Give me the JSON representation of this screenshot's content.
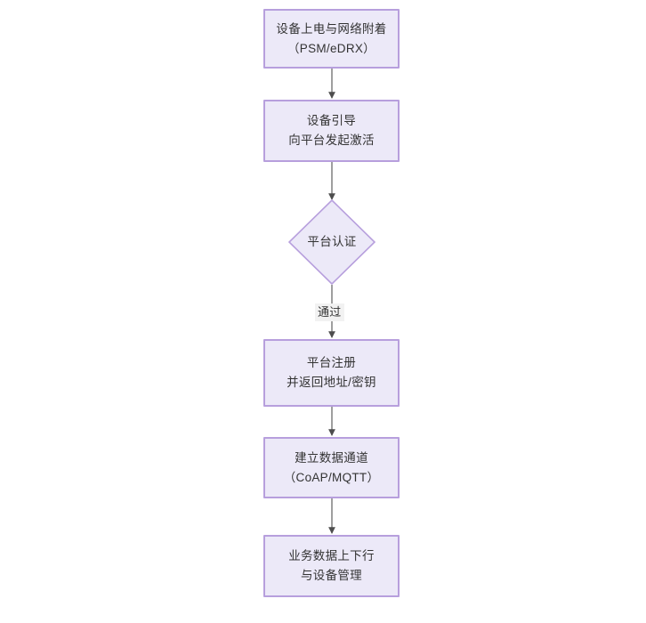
{
  "diagram": {
    "type": "flowchart",
    "orientation": "top-to-bottom",
    "theme": {
      "node_fill": "#ece9f8",
      "node_border": "#b79fdd",
      "node_text": "#333333",
      "edge_line": "#555555",
      "edge_label_bg": "#f2f2f2",
      "background": "#ffffff"
    },
    "nodes": [
      {
        "id": "n1",
        "shape": "rectangle",
        "line1": "设备上电与网络附着",
        "line2": "（PSM/eDRX）",
        "text": "设备上电与网络附着\n（PSM/eDRX）"
      },
      {
        "id": "n2",
        "shape": "rectangle",
        "line1": "设备引导",
        "line2": "向平台发起激活",
        "text": "设备引导\n向平台发起激活"
      },
      {
        "id": "n3",
        "shape": "diamond",
        "line1": "平台认证",
        "line2": "",
        "text": "平台认证"
      },
      {
        "id": "n4",
        "shape": "rectangle",
        "line1": "平台注册",
        "line2": "并返回地址/密钥",
        "text": "平台注册\n并返回地址/密钥"
      },
      {
        "id": "n5",
        "shape": "rectangle",
        "line1": "建立数据通道",
        "line2": "（CoAP/MQTT）",
        "text": "建立数据通道\n（CoAP/MQTT）"
      },
      {
        "id": "n6",
        "shape": "rectangle",
        "line1": "业务数据上下行",
        "line2": "与设备管理",
        "text": "业务数据上下行\n与设备管理"
      }
    ],
    "edges": [
      {
        "id": "e1",
        "from": "n1",
        "to": "n2",
        "label": ""
      },
      {
        "id": "e2",
        "from": "n2",
        "to": "n3",
        "label": ""
      },
      {
        "id": "e3",
        "from": "n3",
        "to": "n4",
        "label": "通过"
      },
      {
        "id": "e4",
        "from": "n4",
        "to": "n5",
        "label": ""
      },
      {
        "id": "e5",
        "from": "n5",
        "to": "n6",
        "label": ""
      }
    ]
  }
}
